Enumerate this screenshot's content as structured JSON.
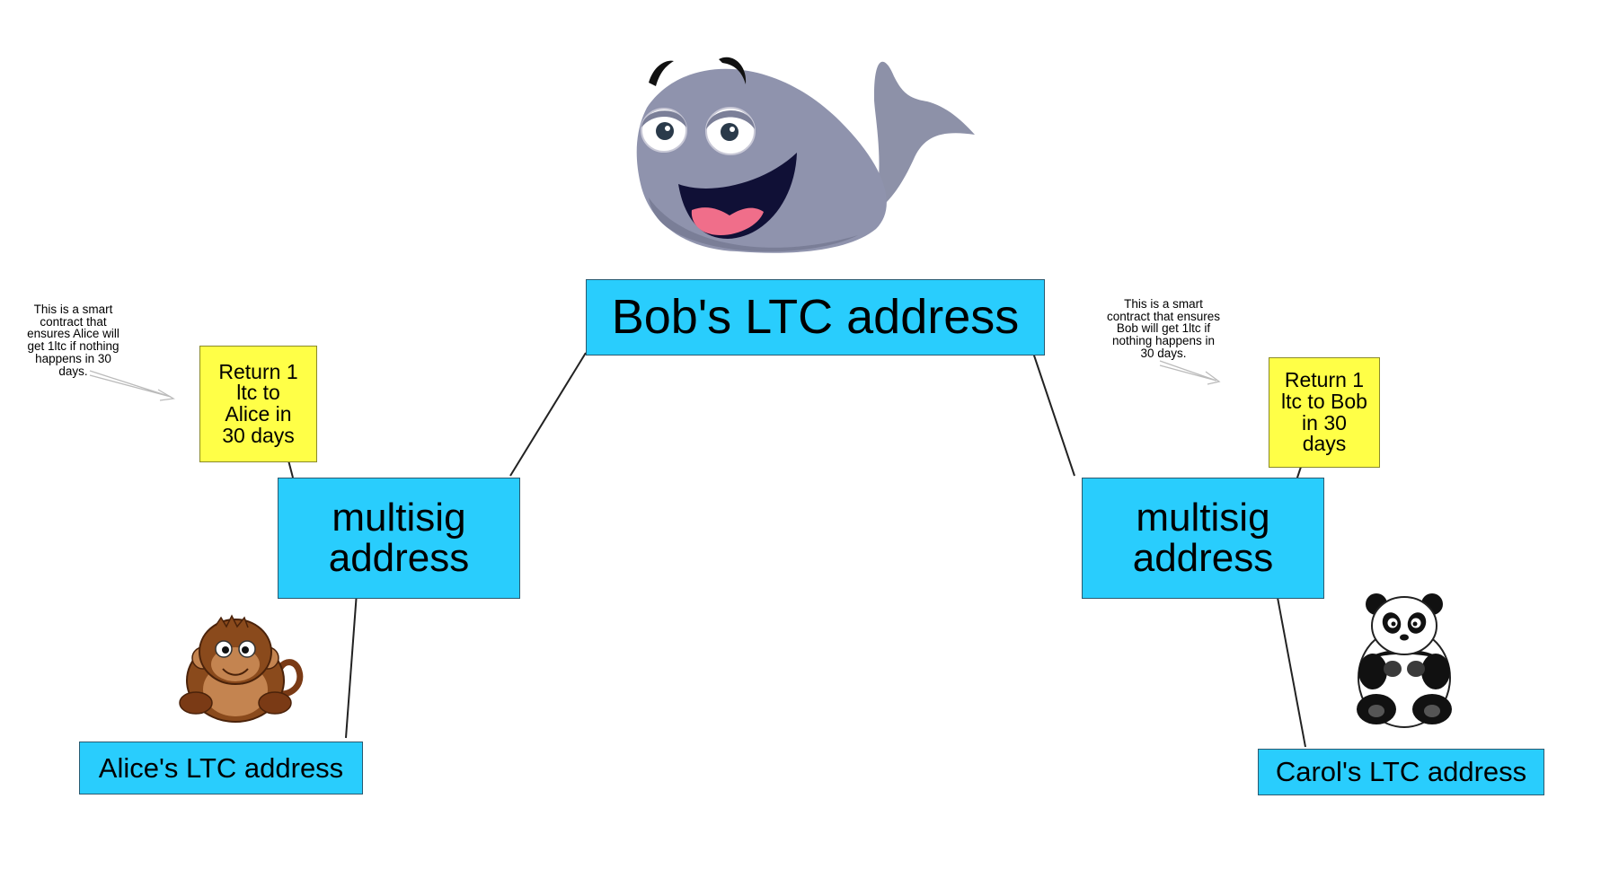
{
  "diagram": {
    "nodes": {
      "bob": {
        "label": "Bob's LTC address"
      },
      "multisig_left": {
        "label": "multisig\naddress"
      },
      "multisig_right": {
        "label": "multisig\naddress"
      },
      "alice": {
        "label": "Alice's LTC address"
      },
      "carol": {
        "label": "Carol's LTC address"
      }
    },
    "notes": {
      "left": {
        "text": "Return 1\nltc to\nAlice in\n30 days"
      },
      "right": {
        "text": "Return 1\nltc to Bob\nin 30\ndays"
      }
    },
    "comments": {
      "left": {
        "text": "This is a smart\ncontract that\nensures Alice will\nget 1ltc if nothing\nhappens in 30\ndays."
      },
      "right": {
        "text": "This is a smart\ncontract that ensures\nBob will get 1ltc if\nnothing happens in\n30 days."
      }
    },
    "mascots": {
      "bob": "whale-icon",
      "alice": "monkey-icon",
      "carol": "panda-icon"
    },
    "colors": {
      "address_box": "#29cdfd",
      "note": "#ffff47",
      "connector": "#222222"
    }
  }
}
